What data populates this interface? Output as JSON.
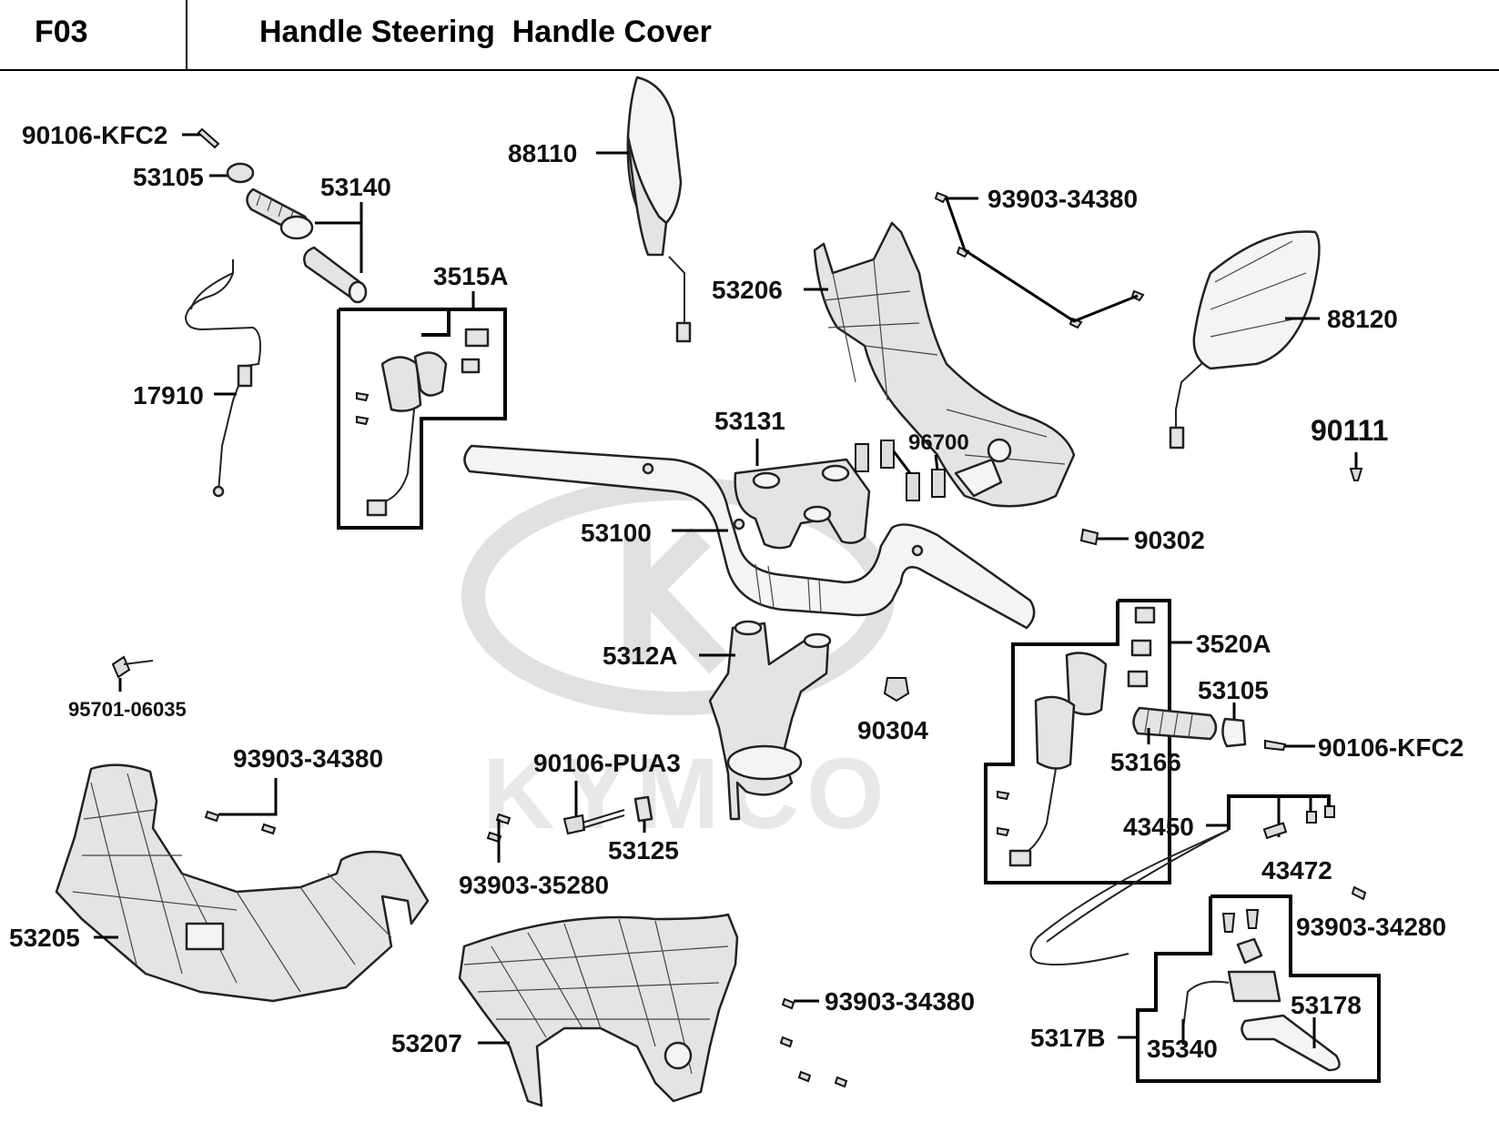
{
  "header": {
    "code": "F03",
    "title": "Handle Steering  Handle Cover"
  },
  "watermark": {
    "text": "KYMCO"
  },
  "labels": {
    "p90106_kfc2_top": "90106-KFC2",
    "p53105_top": "53105",
    "p53140": "53140",
    "p88110": "88110",
    "p93903_34380_top": "93903-34380",
    "p3515a": "3515A",
    "p53206": "53206",
    "p88120": "88120",
    "p17910": "17910",
    "p53131": "53131",
    "p96700": "96700",
    "p90111": "90111",
    "p53100": "53100",
    "p90302": "90302",
    "p3520a": "3520A",
    "p5312a": "5312A",
    "p53105_right": "53105",
    "p95701": "95701-06035",
    "p90304": "90304",
    "p90106_kfc2_right": "90106-KFC2",
    "p53166": "53166",
    "p93903_34380_left": "93903-34380",
    "p90106_pua3": "90106-PUA3",
    "p43450": "43450",
    "p53125": "53125",
    "p43472": "43472",
    "p93903_35280": "93903-35280",
    "p93903_34280": "93903-34280",
    "p53205": "53205",
    "p93903_34380_bottom": "93903-34380",
    "p53178": "53178",
    "p5317b": "5317B",
    "p53207": "53207",
    "p35340": "35340"
  }
}
